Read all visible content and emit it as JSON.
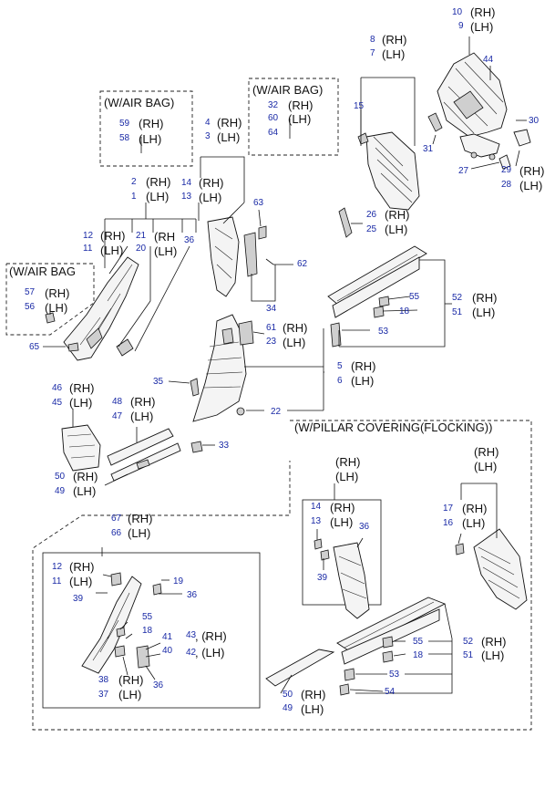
{
  "colors": {
    "callout": "#1a2aa6",
    "text": "#111111",
    "line": "#111111"
  },
  "texts": {
    "rh": "(RH)",
    "lh": "(LH)",
    "rh_comma": ", (RH)",
    "lh_comma": ", (LH)",
    "w_air_bag": "(W/AIR BAG)",
    "w_air_bag_open": "(W/AIR BAG",
    "w_pillar_covering": "(W/PILLAR COVERING(FLOCKING))",
    "rh_open": "(RH"
  },
  "callouts": [
    "10",
    "9",
    "44",
    "8",
    "7",
    "15",
    "30",
    "31",
    "27",
    "29",
    "28",
    "32",
    "60",
    "64",
    "59",
    "58",
    "4",
    "3",
    "14",
    "13",
    "63",
    "62",
    "34",
    "2",
    "1",
    "12",
    "21",
    "11",
    "20",
    "36",
    "57",
    "56",
    "65",
    "26",
    "25",
    "55",
    "52",
    "18",
    "51",
    "53",
    "61",
    "23",
    "5",
    "6",
    "22",
    "35",
    "46",
    "45",
    "48",
    "47",
    "33",
    "50",
    "49",
    "14",
    "13",
    "36",
    "39",
    "16",
    "17",
    "67",
    "66",
    "12",
    "11",
    "19",
    "36",
    "39",
    "55",
    "18",
    "41",
    "43",
    "40",
    "42",
    "38",
    "37",
    "36",
    "55",
    "18",
    "52",
    "51",
    "53",
    "54",
    "50",
    "49"
  ]
}
